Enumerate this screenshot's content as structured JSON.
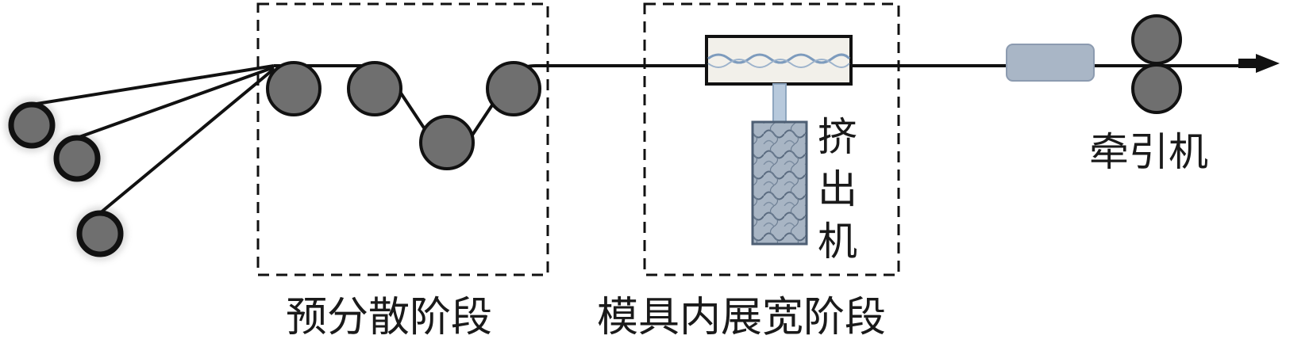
{
  "labels": {
    "pre_dispersion_stage": "预分散阶段",
    "die_spreading_stage": "模具内展宽阶段",
    "extruder": "挤出机",
    "puller": "牵引机"
  },
  "colors": {
    "roller_fill": "#6f6f6f",
    "line": "#111111",
    "die_fill": "#f2f0ea",
    "extruder_fill": "#a9b6c6",
    "melt_tint": "#b7c9dc",
    "arrow": "#111111"
  },
  "icons": {
    "flow_arrow": "arrow-right-icon"
  }
}
